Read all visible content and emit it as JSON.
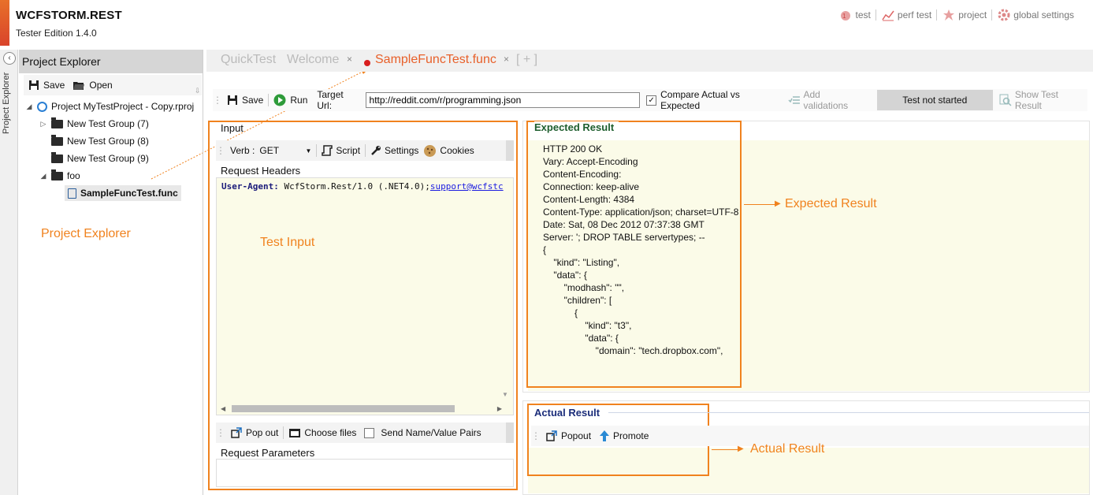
{
  "app": {
    "title": "WCFSTORM.REST",
    "edition": "Tester Edition 1.4.0"
  },
  "topnav": [
    {
      "label": "test",
      "icon": "test-icon"
    },
    {
      "label": "perf test",
      "icon": "chart-icon"
    },
    {
      "label": "project",
      "icon": "project-icon"
    },
    {
      "label": "global settings",
      "icon": "gear-icon"
    }
  ],
  "sidebar": {
    "strip_label": "Project Explorer",
    "header": "Project Explorer",
    "save_label": "Save",
    "open_label": "Open",
    "tree": {
      "project": "Project MyTestProject - Copy.rproj",
      "groups": [
        "New Test Group (7)",
        "New Test Group (8)",
        "New Test Group (9)"
      ],
      "folder": "foo",
      "file": "SampleFuncTest.func"
    }
  },
  "tabs": {
    "quicktest": "QuickTest",
    "welcome": "Welcome",
    "active": "SampleFuncTest.func",
    "add": "[ + ]",
    "close": "×"
  },
  "toolbar": {
    "save": "Save",
    "run": "Run",
    "target_url_label": "Target Url:",
    "target_url": "http://reddit.com/r/programming.json",
    "compare_label": "Compare Actual vs Expected",
    "add_validations": "Add validations",
    "status": "Test not started",
    "show_result": "Show Test Result"
  },
  "input": {
    "title": "Input",
    "verb_label": "Verb :",
    "verb_value": "GET",
    "script": "Script",
    "settings": "Settings",
    "cookies": "Cookies",
    "headers_title": "Request Headers",
    "header_key": "User-Agent:",
    "header_value": "WcfStorm.Rest/1.0 (.NET4.0);",
    "header_link": "support@wcfstc",
    "popout": "Pop out",
    "choose_files": "Choose files",
    "send_pairs": "Send Name/Value Pairs",
    "params_title": "Request Parameters"
  },
  "expected": {
    "title": "Expected Result",
    "lines": [
      "HTTP 200 OK",
      "Vary: Accept-Encoding",
      "Content-Encoding:",
      "Connection: keep-alive",
      "Content-Length: 4384",
      "Content-Type: application/json; charset=UTF-8",
      "Date: Sat, 08 Dec 2012 07:37:38 GMT",
      "Server: '; DROP TABLE servertypes; --",
      "",
      "",
      "{",
      "    \"kind\": \"Listing\",",
      "    \"data\": {",
      "        \"modhash\": \"\",",
      "        \"children\": [",
      "            {",
      "                \"kind\": \"t3\",",
      "                \"data\": {",
      "                    \"domain\": \"tech.dropbox.com\","
    ]
  },
  "actual": {
    "title": "Actual Result",
    "popout": "Popout",
    "promote": "Promote"
  },
  "annotations": {
    "project_explorer": "Project Explorer",
    "test_input": "Test Input",
    "expected_result": "Expected Result",
    "actual_result": "Actual Result"
  },
  "colors": {
    "accent": "#f0821e",
    "tab_active": "#e8602a",
    "panel_bg": "#fbfbe8"
  }
}
